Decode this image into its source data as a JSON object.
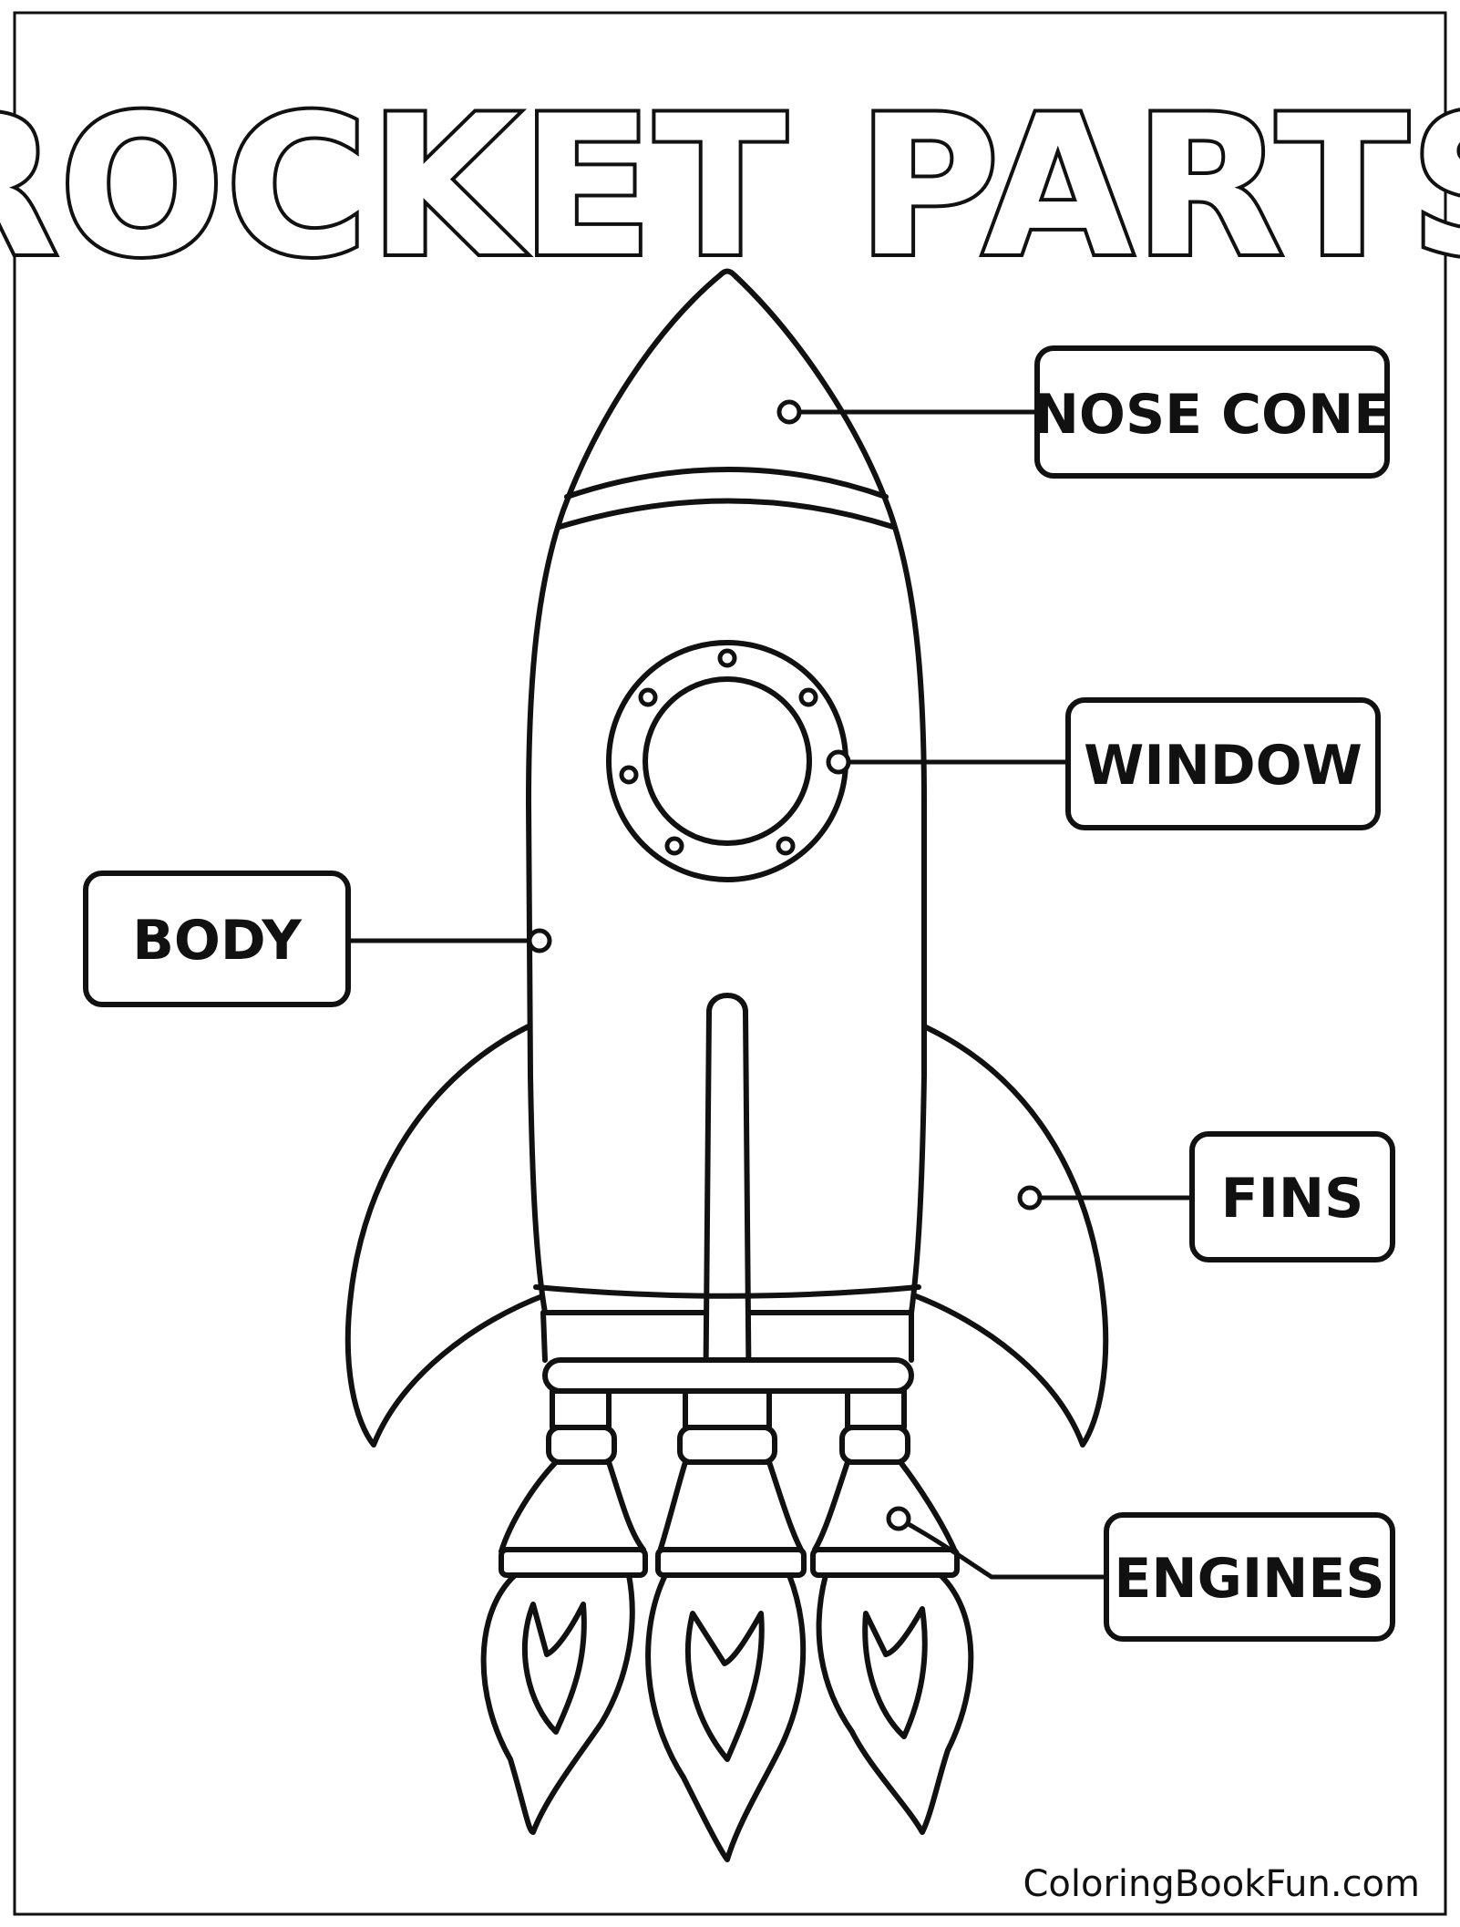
{
  "title": "ROCKET PARTS",
  "labels": {
    "nose_cone": "NOSE CONE",
    "window": "WINDOW",
    "body": "BODY",
    "fins": "FINS",
    "engines": "ENGINES"
  },
  "footer": "ColoringBookFun.com",
  "colors": {
    "ink": "#111111",
    "paper": "#ffffff"
  }
}
